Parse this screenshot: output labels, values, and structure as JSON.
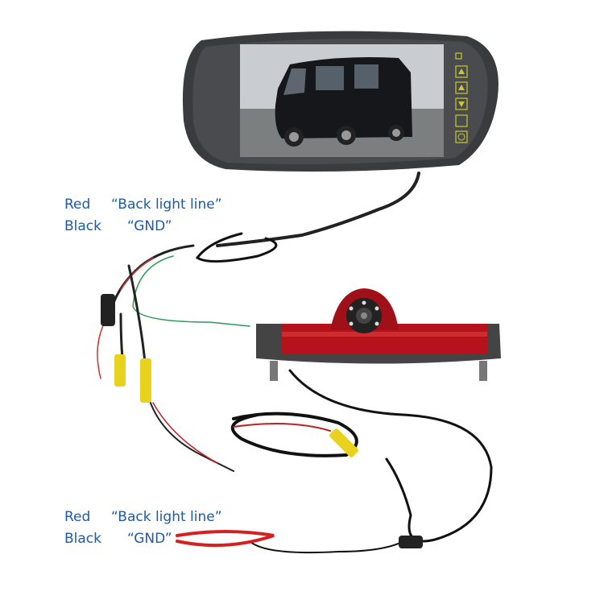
{
  "top_labels": {
    "red": "Red",
    "red_function": "“Back light line”",
    "black": "Black",
    "black_function": "“GND”"
  },
  "bottom_labels": {
    "red": "Red",
    "red_function": "“Back light line”",
    "black": "Black",
    "black_function": "“GND”"
  },
  "colors": {
    "label_text": "#1f5aa6",
    "monitor_body": "#3a3b3d",
    "button_accent": "#c8c832",
    "camera_lens_housing": "#b5121b",
    "red_wire": "#d42020",
    "rca_yellow": "#e8d21e"
  },
  "monitor_buttons": [
    "menu-icon",
    "up-arrow-icon",
    "up-arrow-icon",
    "down-arrow-icon",
    "v-g-icon",
    "power-icon"
  ]
}
